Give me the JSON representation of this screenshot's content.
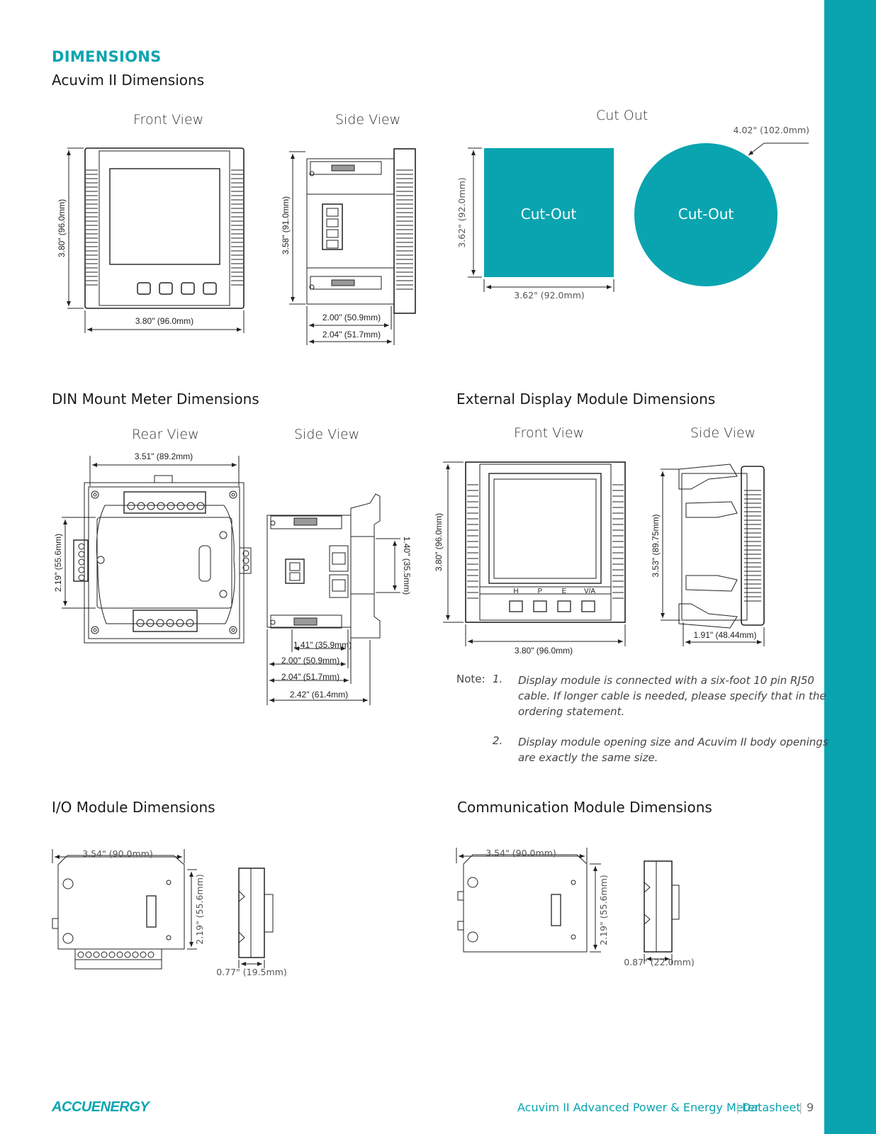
{
  "page": {
    "heading": "DIMENSIONS",
    "accent_color": "#0aa4b0"
  },
  "acuvim": {
    "title": "Acuvim II Dimensions",
    "front_view": "Front View",
    "side_view": "Side View",
    "cut_out_view": "Cut Out",
    "front_height": "3.80\" (96.0mm)",
    "front_width": "3.80\" (96.0mm)",
    "side_height": "3.58\" (91.0mm)",
    "side_depth_1": "2.00\" (50.9mm)",
    "side_depth_2": "2.04\" (51.7mm)",
    "cutout_square_label": "Cut-Out",
    "cutout_circle_label": "Cut-Out",
    "cutout_height": "3.62\" (92.0mm)",
    "cutout_width": "3.62\" (92.0mm)",
    "cutout_diameter": "4.02\" (102.0mm)"
  },
  "din": {
    "title": "DIN Mount Meter Dimensions",
    "rear_view": "Rear View",
    "side_view": "Side View",
    "rear_width": "3.51\" (89.2mm)",
    "rear_height": "2.19\" (55.6mm)",
    "side_height": "1.40\" (35.5mm)",
    "depth_1": "1.41\" (35.9mm)",
    "depth_2": "2.00\" (50.9mm)",
    "depth_3": "2.04\" (51.7mm)",
    "depth_4": "2.42\" (61.4mm)"
  },
  "external": {
    "title": "External Display Module Dimensions",
    "front_view": "Front View",
    "side_view": "Side View",
    "front_height": "3.80\" (96.0mm)",
    "front_width": "3.80\" (96.0mm)",
    "side_height": "3.53\" (89.75mm)",
    "side_depth": "1.91\" (48.44mm)",
    "keys": [
      "H",
      "P",
      "E",
      "V/A"
    ],
    "note_label": "Note:",
    "note_1_num": "1.",
    "note_1_lines": [
      "Display module is connected with a six-foot 10 pin RJ50",
      "cable. If longer cable is needed, please specify that in the",
      "ordering statement."
    ],
    "note_2_num": "2.",
    "note_2_lines": [
      "Display module opening size and Acuvim II body openings",
      "are exactly the same size."
    ]
  },
  "io": {
    "title": "I/O Module Dimensions",
    "width": "3.54\" (90.0mm)",
    "height": "2.19\" (55.6mm)",
    "depth": "0.77\" (19.5mm)"
  },
  "comm": {
    "title": "Communication Module Dimensions",
    "width": "3.54\" (90.0mm)",
    "height": "2.19\" (55.6mm)",
    "depth": "0.87\" (22.0mm)"
  },
  "footer": {
    "logo": "ACCUENERGY",
    "product": "Acuvim II Advanced Power & Energy Meter",
    "doc_type": "Datasheet",
    "page_number": "9"
  }
}
